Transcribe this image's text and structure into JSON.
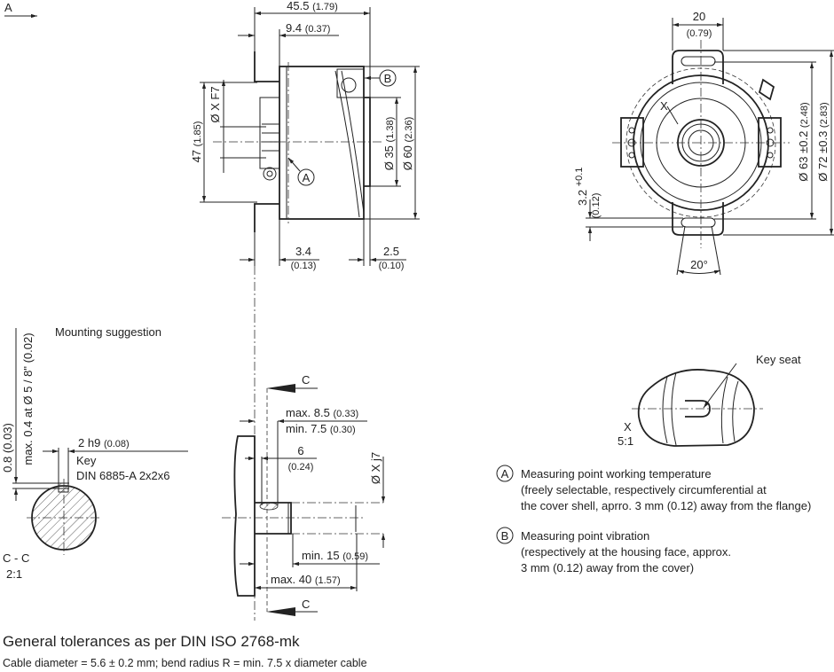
{
  "view_marker": "A",
  "side_view": {
    "overall_length": "45.5",
    "overall_length_in": "(1.79)",
    "flange_offset": "9.4",
    "flange_offset_in": "(0.37)",
    "height": "47",
    "height_in": "(1.85)",
    "bore": "Ø X F7",
    "dia_35": "Ø 35",
    "dia_35_in": "(1.38)",
    "dia_60": "Ø 60",
    "dia_60_in": "(2.36)",
    "flange_thickness": "3.4",
    "flange_thickness_in": "(0.13)",
    "cover_step": "2.5",
    "cover_step_in": "(0.10)",
    "marker_a": "A",
    "marker_b": "B"
  },
  "front_view": {
    "tab_width": "20",
    "tab_width_in": "(0.79)",
    "dia_63": "Ø 63 ±0.2",
    "dia_63_in": "(2.48)",
    "dia_72": "Ø 72 ±0.3",
    "dia_72_in": "(2.83)",
    "slot": "3.2",
    "slot_tol": "+0.1",
    "slot_in": "(0.12)",
    "angle": "20°",
    "detail_x": "X"
  },
  "detail": {
    "key_seat": "Key seat",
    "label": "X",
    "scale": "5:1"
  },
  "legend": {
    "a_marker": "A",
    "a_lines": [
      "Measuring point working temperature",
      "(freely selectable, respectively circumferential at",
      "the cover shell, aprro. 3 mm (0.12) away from the flange)"
    ],
    "b_marker": "B",
    "b_lines": [
      "Measuring point vibration",
      "(respectively at the housing face, approx.",
      "3 mm (0.12) away from the cover)"
    ]
  },
  "mounting": {
    "title": "Mounting suggestion",
    "runout": "max. 0.4 at Ø 5 / 8\" (0.02)",
    "depth": "0.8 (0.03)",
    "key_width": "2 h9",
    "key_width_in": "(0.08)",
    "key_label": "Key",
    "key_spec": "DIN 6885-A 2x2x6",
    "section": "C - C",
    "section_scale": "2:1",
    "max_85": "max. 8.5",
    "max_85_in": "(0.33)",
    "min_75": "min. 7.5",
    "min_75_in": "(0.30)",
    "six": "6",
    "six_in": "(0.24)",
    "shaft_dia": "Ø X j7",
    "min_15": "min. 15",
    "min_15_in": "(0.59)",
    "max_40": "max. 40",
    "max_40_in": "(1.57)",
    "section_c": "C"
  },
  "footer": {
    "tolerances": "General tolerances as per DIN ISO 2768-mk",
    "cable": "Cable diameter = 5.6 ± 0.2 mm; bend radius R = min. 7.5 x diameter cable"
  }
}
